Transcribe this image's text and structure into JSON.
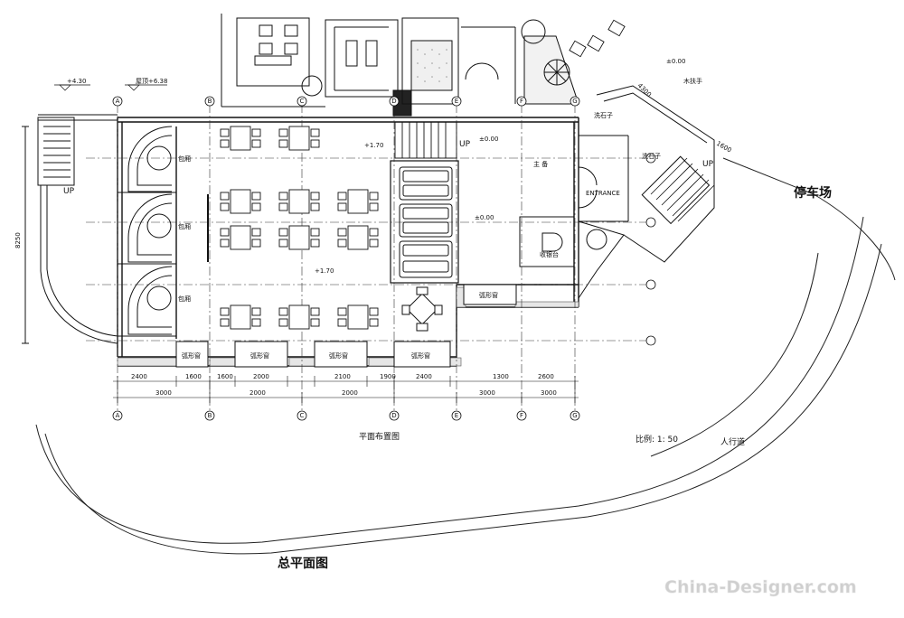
{
  "labels": {
    "site_plan_title": "总平面图",
    "floor_plan_title": "平面布置图",
    "scale": "比例: 1: 50",
    "parking": "停车场",
    "sidewalk": "人行道",
    "entrance": "ENTRANCE",
    "cashier": "收银台",
    "up_left": "UP",
    "up_center": "UP",
    "up_right": "UP",
    "level_000_center": "±0.00",
    "level_000_hall": "±0.00",
    "level_000_top": "±0.00",
    "level_170_mid": "+1.70",
    "level_170_low": "+1.70",
    "level_430": "+4.30",
    "roof_level": "屋顶+6.38",
    "private_room_1": "包厢",
    "private_room_2": "包厢",
    "private_room_3": "包厢",
    "window_1": "弧形窗",
    "window_2": "弧形窗",
    "window_3": "弧形窗",
    "window_4": "弧形窗",
    "window_5": "弧形窗",
    "handrail": "木扶手",
    "wash_1": "洗石子",
    "wash_2": "洗石子",
    "bar": "主 备",
    "overall_dim": "8250",
    "dim_a": "1600",
    "dim_b": "4300",
    "watermark": "China-Designer.com"
  },
  "axes": [
    "A",
    "B",
    "C",
    "D",
    "E",
    "F",
    "G"
  ],
  "bottom_dims": [
    "2400",
    "1600",
    "1600",
    "2000",
    "2100",
    "1900",
    "2400",
    "1300",
    "2600"
  ],
  "bottom_dims_2": [
    "3000",
    "2000",
    "2000",
    "3000",
    "3000"
  ]
}
